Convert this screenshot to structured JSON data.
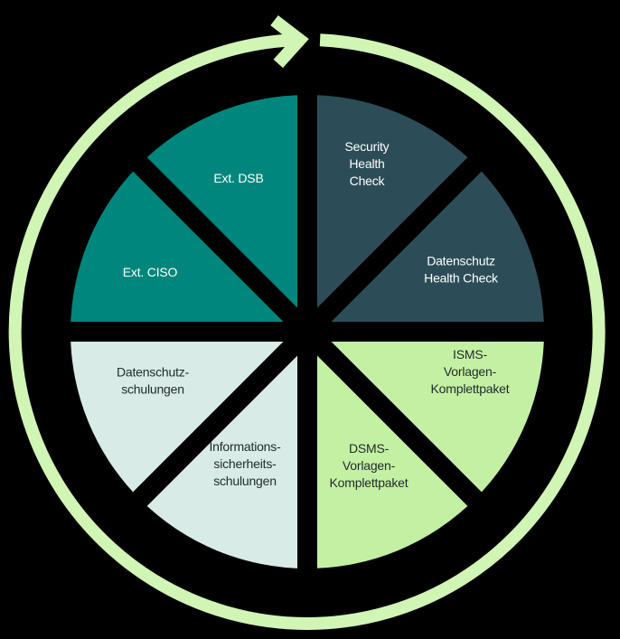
{
  "colors": {
    "background": "#000000",
    "ring": "#d1f5b4",
    "teal": "#00867c",
    "dark_slate": "#2c4d58",
    "light_green": "#c4f0a4",
    "pale_mint": "#d8ebe6",
    "text_light": "#ffffff",
    "text_dark": "#1e2a2a"
  },
  "segments": [
    {
      "key": "security-health-check",
      "lines": [
        "Security",
        "Health",
        "Check"
      ],
      "color": "dark_slate",
      "text_color": "text_light"
    },
    {
      "key": "datenschutz-health-check",
      "lines": [
        "Datenschutz",
        "Health Check"
      ],
      "color": "dark_slate",
      "text_color": "text_light"
    },
    {
      "key": "isms-vorlagen-komplettpaket",
      "lines": [
        "ISMS-",
        "Vorlagen-",
        "Komplettpaket"
      ],
      "color": "light_green",
      "text_color": "text_dark"
    },
    {
      "key": "dsms-vorlagen-komplettpaket",
      "lines": [
        "DSMS-",
        "Vorlagen-",
        "Komplettpaket"
      ],
      "color": "light_green",
      "text_color": "text_dark"
    },
    {
      "key": "informationssicherheitsschulungen",
      "lines": [
        "Informations-",
        "sicherheits-",
        "schulungen"
      ],
      "color": "pale_mint",
      "text_color": "text_dark"
    },
    {
      "key": "datenschutzschulungen",
      "lines": [
        "Datenschutz-",
        "schulungen"
      ],
      "color": "pale_mint",
      "text_color": "text_dark"
    },
    {
      "key": "ext-ciso",
      "lines": [
        "Ext. CISO"
      ],
      "color": "teal",
      "text_color": "text_light"
    },
    {
      "key": "ext-dsb",
      "lines": [
        "Ext. DSB"
      ],
      "color": "teal",
      "text_color": "text_light"
    }
  ]
}
